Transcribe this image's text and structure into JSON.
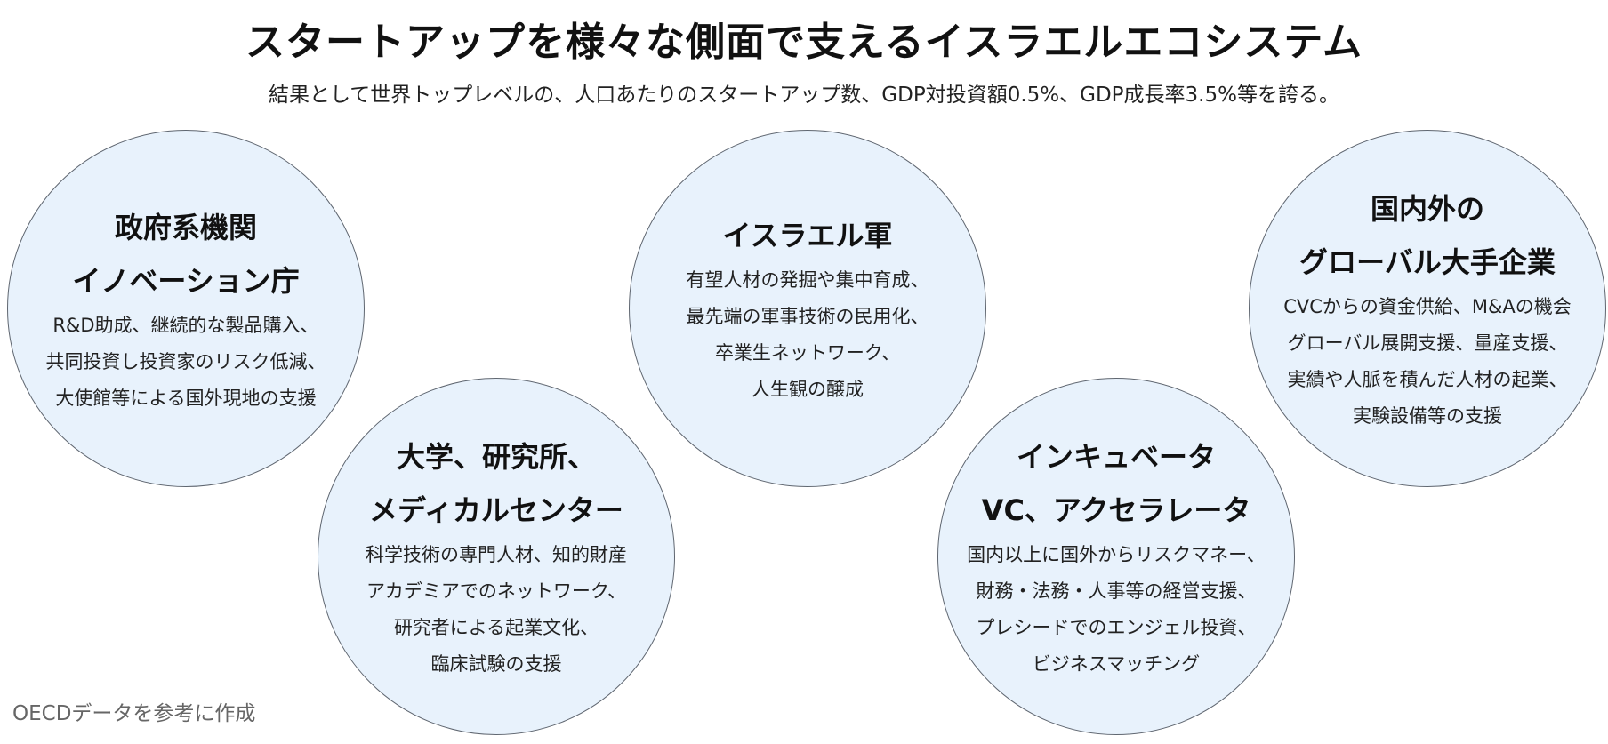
{
  "title": "スタートアップを様々な側面で支えるイスラエルエコシステム",
  "subtitle": "結果として世界トップレベルの、人口あたりのスタートアップ数、GDP対投資額0.5%、GDP成長率3.5%等を誇る。",
  "nodes": [
    {
      "title_lines": [
        "政府系機関",
        "イノベーション庁"
      ],
      "body_lines": [
        "R&D助成、継続的な製品購入、",
        "共同投資し投資家のリスク低減、",
        "大使館等による国外現地の支援"
      ]
    },
    {
      "title_lines": [
        "大学、研究所、",
        "メディカルセンター"
      ],
      "body_lines": [
        "科学技術の専門人材、知的財産",
        "アカデミアでのネットワーク、",
        "研究者による起業文化、",
        "臨床試験の支援"
      ]
    },
    {
      "title_lines": [
        "イスラエル軍"
      ],
      "body_lines": [
        "有望人材の発掘や集中育成、",
        "最先端の軍事技術の民用化、",
        "卒業生ネットワーク、",
        "人生観の醸成"
      ]
    },
    {
      "title_lines": [
        "インキュベータ",
        "VC、アクセラレータ"
      ],
      "body_lines": [
        "国内以上に国外からリスクマネー、",
        "財務・法務・人事等の経営支援、",
        "プレシードでのエンジェル投資、",
        "ビジネスマッチング"
      ]
    },
    {
      "title_lines": [
        "国内外の",
        "グローバル大手企業"
      ],
      "body_lines": [
        "CVCからの資金供給、M&Aの機会",
        "グローバル展開支援、量産支援、",
        "実績や人脈を積んだ人材の起業、",
        "実験設備等の支援"
      ]
    }
  ],
  "source_note": "OECDデータを参考に作成",
  "colors": {
    "circle_fill": "#e8f2fc",
    "circle_border": "#5f6670",
    "text": "#111111",
    "note": "#666666"
  }
}
